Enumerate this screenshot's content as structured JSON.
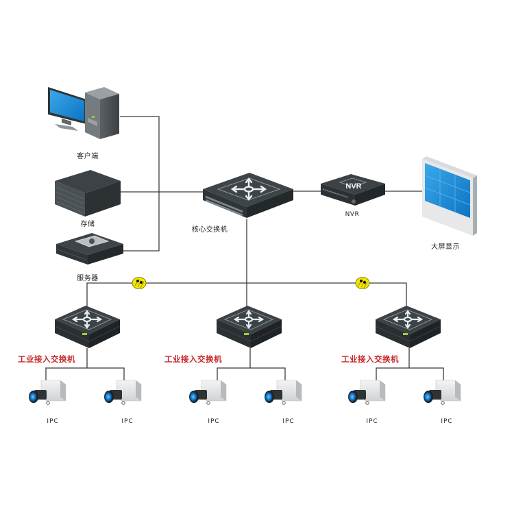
{
  "title": "IP surveillance network topology",
  "labels": {
    "client": "客户端",
    "storage": "存储",
    "server": "服务器",
    "core_switch": "核心交换机",
    "nvr": "NVR",
    "nvr_screen_text": "NVR",
    "video_wall": "大屏显示",
    "access_switches": [
      "工业接入交换机",
      "工业接入交换机",
      "工业接入交换机"
    ],
    "cameras": [
      "IPC",
      "IPC",
      "IPC",
      "IPC",
      "IPC",
      "IPC"
    ]
  },
  "colors": {
    "line": "#3a3a3a",
    "device_dark": "#2f3538",
    "screen_blue": "#1a8fd8",
    "access_label": "#c8282a",
    "fiber_converter": "#f2e600"
  },
  "icons": {
    "computer": "desktop-computer-icon",
    "storage": "storage-array-icon",
    "server": "rack-server-icon",
    "switch": "network-switch-icon",
    "nvr": "nvr-recorder-icon",
    "video_wall": "video-wall-icon",
    "camera": "box-camera-icon",
    "converter": "fiber-converter-icon"
  }
}
